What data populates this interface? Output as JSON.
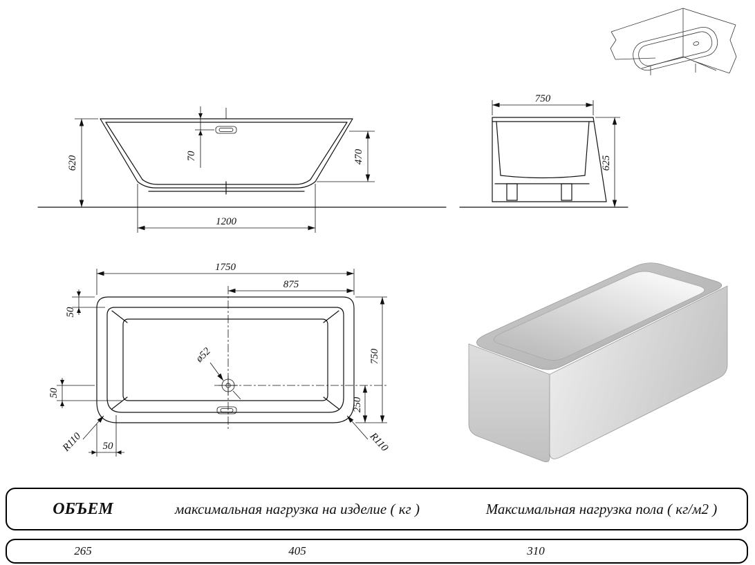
{
  "drawing": {
    "front_view": {
      "height": "620",
      "overflow_offset": "70",
      "inner_depth": "470",
      "bottom_length": "1200"
    },
    "side_view": {
      "width": "750",
      "height": "625"
    },
    "plan_view": {
      "length": "1750",
      "half_length": "875",
      "rim_top": "50",
      "rim_side": "50",
      "rim_corner": "50",
      "width": "750",
      "drain_offset": "250",
      "drain_diameter": "ø52",
      "corner_radius_left": "R110",
      "corner_radius_right": "R110"
    }
  },
  "table": {
    "headers": [
      "ОБЪЕМ",
      "максимальная нагрузка на изделие ( кг )",
      "Максимальная нагрузка пола ( кг/м2 )"
    ],
    "values": [
      "265",
      "405",
      "310"
    ]
  },
  "colors": {
    "line": "#111111",
    "render_light": "#ececec",
    "render_dark": "#b0b0b0"
  }
}
